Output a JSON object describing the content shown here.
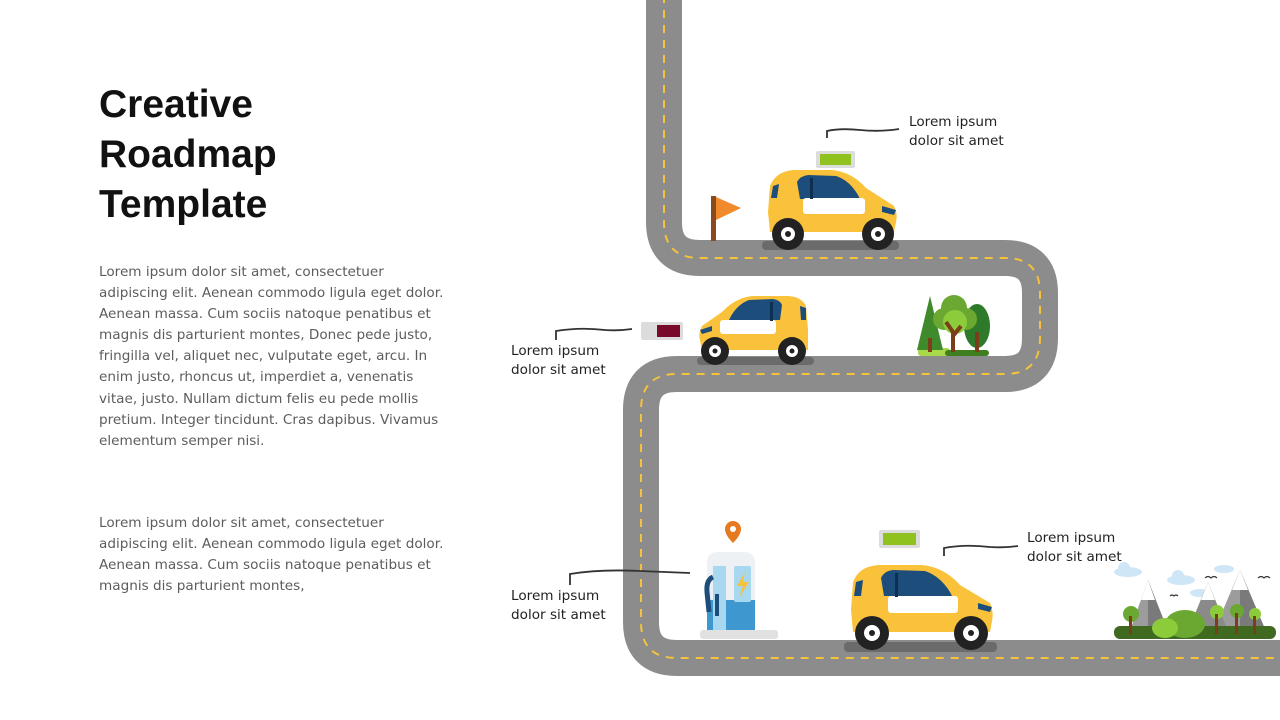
{
  "slide": {
    "title_lines": [
      "Creative",
      "Roadmap",
      "Template"
    ],
    "paragraph_1": "Lorem ipsum dolor sit amet, consectetuer adipiscing elit. Aenean commodo ligula eget dolor. Aenean massa. Cum sociis natoque penatibus et magnis dis parturient montes, Donec pede justo, fringilla vel, aliquet nec, vulputate eget, arcu. In enim justo, rhoncus ut, imperdiet a, venenatis vitae, justo. Nullam dictum felis eu pede mollis pretium. Integer tincidunt. Cras dapibus. Vivamus elementum semper nisi.",
    "paragraph_2": "Lorem ipsum dolor sit amet, consectetuer adipiscing elit. Aenean commodo ligula eget dolor. Aenean massa. Cum sociis natoque penatibus et magnis dis parturient montes,"
  },
  "milestones": [
    {
      "line1": "Lorem ipsum",
      "line2": "dolor sit amet"
    },
    {
      "line1": "Lorem ipsum",
      "line2": "dolor sit amet"
    },
    {
      "line1": "Lorem ipsum",
      "line2": "dolor sit amet"
    },
    {
      "line1": "Lorem ipsum",
      "line2": "dolor sit amet"
    }
  ],
  "colors": {
    "road": "#8c8c8c",
    "road_dash": "#f5c23b",
    "car_body": "#f9c23a",
    "car_window": "#1d4d7b",
    "battery_full": "#8fc21f",
    "battery_low": "#7a0a2a",
    "flag": "#f08a2c",
    "tree_green": "#6aa832",
    "station_blue": "#3f97cf",
    "pin_orange": "#e57a20"
  },
  "icons": [
    "flag-icon",
    "car-icon",
    "battery-icon",
    "tree-icon",
    "charging-station-icon",
    "location-pin-icon",
    "lightning-icon",
    "mountain-icon",
    "cloud-icon",
    "bird-icon"
  ]
}
